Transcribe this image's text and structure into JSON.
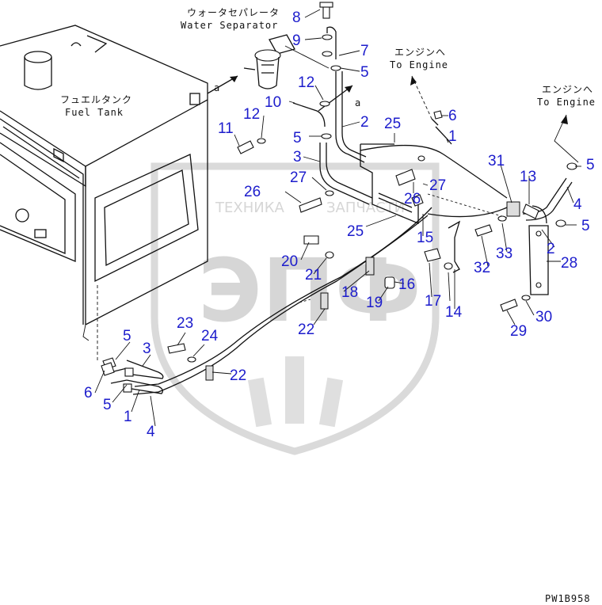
{
  "captions": {
    "water_separator_jp": "ウォータセパレータ",
    "water_separator_en": "Water Separator",
    "fuel_tank_jp": "フュエルタンク",
    "fuel_tank_en": "Fuel Tank",
    "to_engine_1_jp": "エンジンへ",
    "to_engine_1_en": "To Engine",
    "to_engine_2_jp": "エンジンへ",
    "to_engine_2_en": "To Engine",
    "view_a_left": "a",
    "view_a_right": "a",
    "drawing_code": "PW1B958"
  },
  "watermark": {
    "line1": "ТЕХНИКА",
    "line2": "ЗАПЧАСТИ",
    "logo": "ЭПФ"
  },
  "callouts": [
    {
      "id": "c1",
      "text": "8"
    },
    {
      "id": "c2",
      "text": "9"
    },
    {
      "id": "c3",
      "text": "7"
    },
    {
      "id": "c4",
      "text": "5"
    },
    {
      "id": "c5",
      "text": "12"
    },
    {
      "id": "c6",
      "text": "10"
    },
    {
      "id": "c7",
      "text": "12"
    },
    {
      "id": "c8",
      "text": "11"
    },
    {
      "id": "c9",
      "text": "5"
    },
    {
      "id": "c10",
      "text": "2"
    },
    {
      "id": "c11",
      "text": "25"
    },
    {
      "id": "c12",
      "text": "6"
    },
    {
      "id": "c13",
      "text": "1"
    },
    {
      "id": "c14",
      "text": "3"
    },
    {
      "id": "c15",
      "text": "27"
    },
    {
      "id": "c16",
      "text": "26"
    },
    {
      "id": "c17",
      "text": "26"
    },
    {
      "id": "c18",
      "text": "27"
    },
    {
      "id": "c19",
      "text": "25"
    },
    {
      "id": "c20",
      "text": "15"
    },
    {
      "id": "c21",
      "text": "31"
    },
    {
      "id": "c22",
      "text": "13"
    },
    {
      "id": "c23",
      "text": "5"
    },
    {
      "id": "c24",
      "text": "4"
    },
    {
      "id": "c25",
      "text": "5"
    },
    {
      "id": "c26",
      "text": "2"
    },
    {
      "id": "c27",
      "text": "20"
    },
    {
      "id": "c28",
      "text": "21"
    },
    {
      "id": "c29",
      "text": "18"
    },
    {
      "id": "c30",
      "text": "16"
    },
    {
      "id": "c31",
      "text": "19"
    },
    {
      "id": "c32",
      "text": "17"
    },
    {
      "id": "c33",
      "text": "14"
    },
    {
      "id": "c34",
      "text": "22"
    },
    {
      "id": "c35",
      "text": "32"
    },
    {
      "id": "c36",
      "text": "33"
    },
    {
      "id": "c37",
      "text": "28"
    },
    {
      "id": "c38",
      "text": "30"
    },
    {
      "id": "c39",
      "text": "29"
    },
    {
      "id": "c40",
      "text": "23"
    },
    {
      "id": "c41",
      "text": "24"
    },
    {
      "id": "c42",
      "text": "5"
    },
    {
      "id": "c43",
      "text": "3"
    },
    {
      "id": "c44",
      "text": "22"
    },
    {
      "id": "c45",
      "text": "6"
    },
    {
      "id": "c46",
      "text": "5"
    },
    {
      "id": "c47",
      "text": "1"
    },
    {
      "id": "c48",
      "text": "4"
    }
  ],
  "colors": {
    "callout": "#1c1ccc",
    "line": "#111111",
    "watermark": "#d2d2d2"
  }
}
